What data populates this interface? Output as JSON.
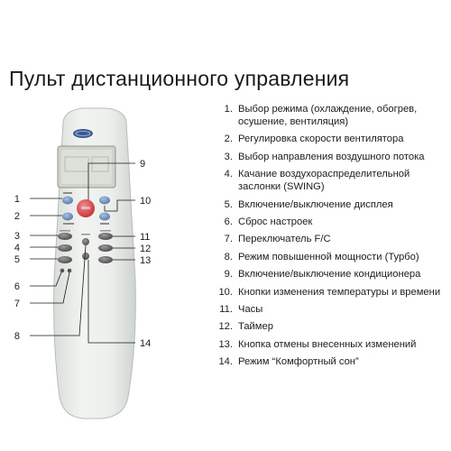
{
  "title": "Пульт дистанционного управления",
  "callouts": [
    "1",
    "2",
    "3",
    "4",
    "5",
    "6",
    "7",
    "8",
    "9",
    "10",
    "11",
    "12",
    "13",
    "14"
  ],
  "legend": [
    {
      "num": "1.",
      "text": "Выбор режима (охлаждение, обогрев, осушение, вентиляция)"
    },
    {
      "num": "2.",
      "text": "Регулировка скорости вентилятора"
    },
    {
      "num": "3.",
      "text": "Выбор направления воздушного потока"
    },
    {
      "num": "4.",
      "text": "Качание воздухораспределительной заслонки (SWING)"
    },
    {
      "num": "5.",
      "text": "Включение/выключение дисплея"
    },
    {
      "num": "6.",
      "text": "Сброс настроек"
    },
    {
      "num": "7.",
      "text": "Переключатель F/C"
    },
    {
      "num": "8.",
      "text": "Режим повышенной мощности (Турбо)"
    },
    {
      "num": "9.",
      "text": "Включение/выключение кондиционера"
    },
    {
      "num": "10.",
      "text": "Кнопки изменения температуры и времени"
    },
    {
      "num": "11.",
      "text": "Часы"
    },
    {
      "num": "12.",
      "text": "Таймер"
    },
    {
      "num": "13.",
      "text": "Кнопка отмены внесенных изменений"
    },
    {
      "num": "14.",
      "text": "Режим “Комфортный сон”"
    }
  ],
  "colors": {
    "remote_body": "#e9ece9",
    "button_blue": "#6f8fc0",
    "button_red": "#d8474a",
    "button_gray": "#6d6d6d",
    "lcd": "#d5d8d2",
    "lines": "#1a1a1a"
  }
}
